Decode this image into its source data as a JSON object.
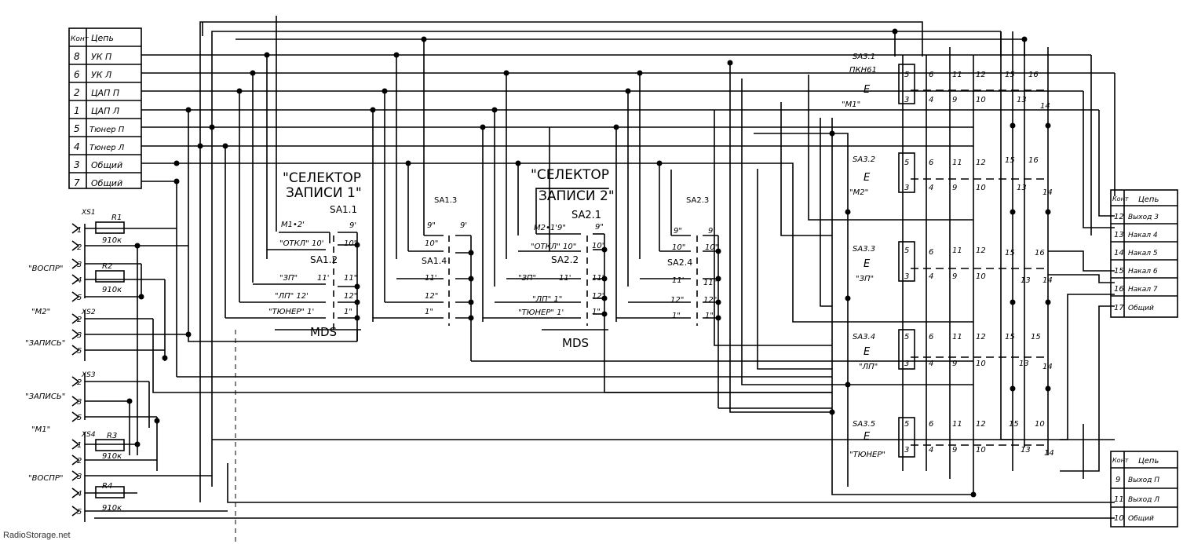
{
  "left_table": {
    "header": [
      "Конт",
      "Цепь"
    ],
    "rows": [
      [
        "8",
        "УК П"
      ],
      [
        "6",
        "УК Л"
      ],
      [
        "2",
        "ЦАП П"
      ],
      [
        "1",
        "ЦАП Л"
      ],
      [
        "5",
        "Тюнер П"
      ],
      [
        "4",
        "Тюнер Л"
      ],
      [
        "3",
        "Общий"
      ],
      [
        "7",
        "Общий"
      ]
    ]
  },
  "right_table_top": {
    "header": [
      "Конт",
      "Цепь"
    ],
    "rows": [
      [
        "12",
        "Выход 3"
      ],
      [
        "13",
        "Накал 4"
      ],
      [
        "14",
        "Накал 5"
      ],
      [
        "15",
        "Накал 6"
      ],
      [
        "16",
        "Накал 7"
      ],
      [
        "17",
        "Общий"
      ]
    ]
  },
  "right_table_bottom": {
    "header": [
      "Конт",
      "Цепь"
    ],
    "rows": [
      [
        "9",
        "Выход П"
      ],
      [
        "11",
        "Выход Л"
      ],
      [
        "10",
        "Общий"
      ]
    ]
  },
  "selector1": {
    "title_line1": "\"СЕЛЕКТОР",
    "title_line2": "ЗАПИСИ 1\"",
    "sw_main": "SA1.1",
    "sw_sub": "SA1.2",
    "sw_right": "SA1.3",
    "sw_right_sub": "SA1.4",
    "type": "MDS",
    "pos1": "M1•2'",
    "pos2": "\"ОТКЛ\" 10'",
    "pos3": "\"ЗП\"",
    "pos4": "\"ЛП\" 12'",
    "pos5": "\"ТЮНЕР\" 1'",
    "c1": "9\"",
    "c2": "9'",
    "c3": "10\"",
    "c4": "11'",
    "c5": "11\"",
    "c6": "12\"",
    "c7": "1\""
  },
  "selector2": {
    "title_line1": "\"СЕЛЕКТОР",
    "title_line2": "ЗАПИСИ 2\"",
    "sw_main": "SA2.1",
    "sw_sub": "SA2.2",
    "sw_right": "SA2.3",
    "sw_right_sub": "SA2.4",
    "type": "MDS",
    "pos1": "M2•1'9\"",
    "pos2": "\"ОТКЛ\" 10\"",
    "pos3": "\"ЗП\"",
    "pos4": "\"ЛП\" 1\"",
    "pos5": "\"ТЮНЕР\" 1'",
    "c1": "9\"",
    "c2": "9'",
    "c3": "10\"",
    "c4": "11'",
    "c5": "11\"",
    "c6": "12\"",
    "c7": "1\""
  },
  "connectors": {
    "xs1": "XS1",
    "xs2": "XS2",
    "xs3": "XS3",
    "xs4": "XS4",
    "r1": "R1",
    "r2": "R2",
    "r3": "R3",
    "r4": "R4",
    "rval": "910к",
    "lbl_vospr1": "\"ВОСПР\"",
    "lbl_m2": "\"М2\"",
    "lbl_zapis1": "\"ЗАПИСЬ\"",
    "lbl_zapis2": "\"ЗАПИСЬ\"",
    "lbl_m1": "\"М1\"",
    "lbl_vospr2": "\"ВОСПР\""
  },
  "sa3": {
    "title": "SA3.1",
    "model": "ПКН61",
    "sections": [
      {
        "label": "SA3.1",
        "pos": "\"М1\""
      },
      {
        "label": "SA3.2",
        "pos": "\"М2\""
      },
      {
        "label": "SA3.3",
        "pos": "\"ЗП\""
      },
      {
        "label": "SA3.4",
        "pos": "\"ЛП\""
      },
      {
        "label": "SA3.5",
        "pos": "\"ТЮНЕР\""
      }
    ],
    "e": "E",
    "top_contacts": [
      "5",
      "6",
      "11",
      "12",
      "15",
      "16"
    ],
    "bottom_contacts": [
      "3",
      "4",
      "9",
      "10",
      "13",
      "14"
    ]
  },
  "pins": [
    "1",
    "2",
    "3",
    "4",
    "5"
  ],
  "watermark": "RadioStorage.net"
}
